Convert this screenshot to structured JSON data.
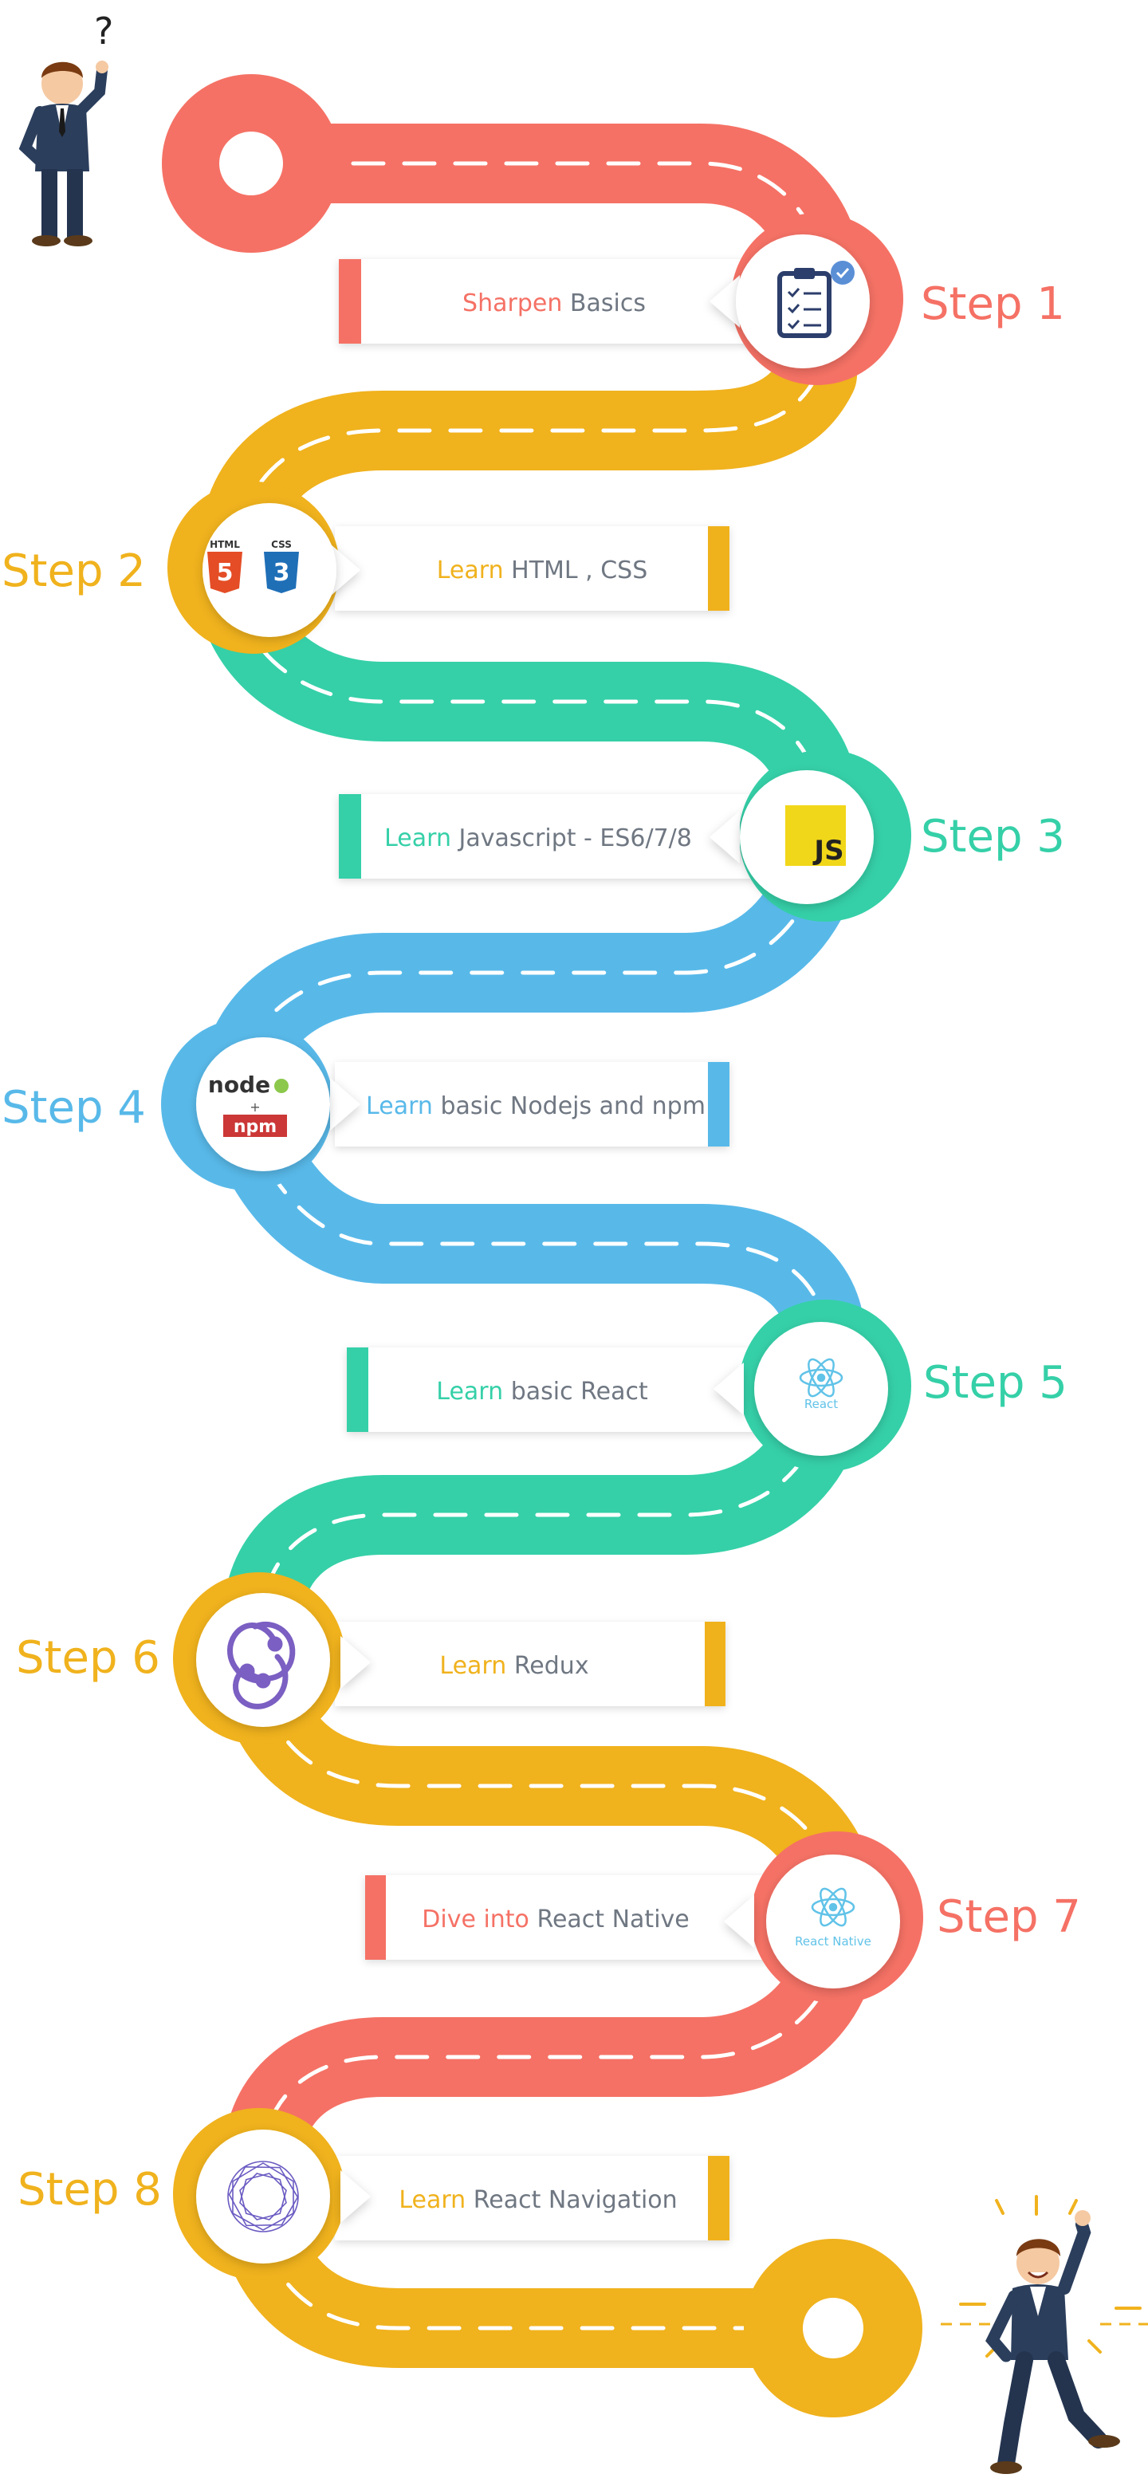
{
  "colors": {
    "red": "#f57165",
    "yellow": "#f0b21d",
    "teal": "#35d0a8",
    "blue": "#58b9e9",
    "text_gray": "#6f7782",
    "white": "#ffffff"
  },
  "start_mark": "?",
  "steps": [
    {
      "label": "Step 1",
      "accent": "Sharpen",
      "text": "Basics",
      "icon": "clipboard-checklist-icon"
    },
    {
      "label": "Step 2",
      "accent": "Learn",
      "text": "HTML , CSS",
      "icon": "html5-css3-icon"
    },
    {
      "label": "Step 3",
      "accent": "Learn",
      "text": "Javascript - ES6/7/8",
      "icon": "javascript-icon"
    },
    {
      "label": "Step 4",
      "accent": "Learn",
      "text": "basic Nodejs and npm",
      "icon": "node-npm-icon"
    },
    {
      "label": "Step 5",
      "accent": "Learn",
      "text": "basic React",
      "icon": "react-icon"
    },
    {
      "label": "Step 6",
      "accent": "Learn",
      "text": "Redux",
      "icon": "redux-icon"
    },
    {
      "label": "Step 7",
      "accent": "Dive into",
      "text": "React Native",
      "icon": "react-native-icon"
    },
    {
      "label": "Step 8",
      "accent": "Learn",
      "text": "React Navigation",
      "icon": "react-navigation-icon"
    }
  ],
  "icons": {
    "html": "HTML",
    "css": "CSS",
    "html_num": "5",
    "css_num": "3",
    "js": "JS",
    "node": "node",
    "plus": "+",
    "npm": "npm",
    "react": "React",
    "react_native": "React Native"
  }
}
